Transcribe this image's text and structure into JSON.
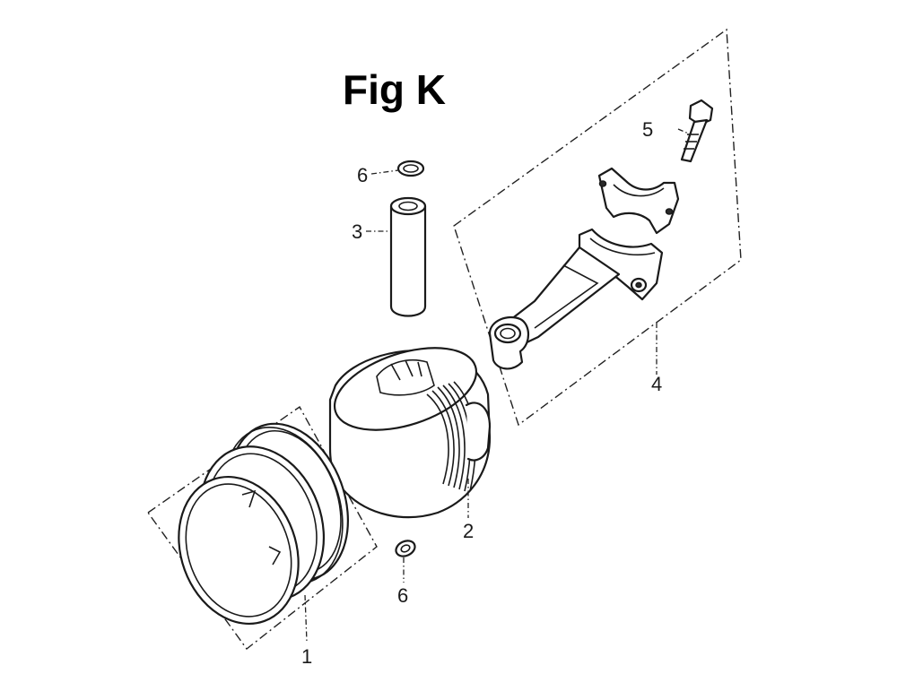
{
  "figure": {
    "title": "Fig K"
  },
  "parts": [
    {
      "id": "piston-rings",
      "label": "1"
    },
    {
      "id": "piston",
      "label": "2"
    },
    {
      "id": "piston-pin",
      "label": "3"
    },
    {
      "id": "connecting-rod",
      "label": "4"
    },
    {
      "id": "rod-bolt",
      "label": "5"
    },
    {
      "id": "pin-clip-top",
      "label": "6"
    },
    {
      "id": "pin-clip-bottom",
      "label": "6"
    }
  ]
}
